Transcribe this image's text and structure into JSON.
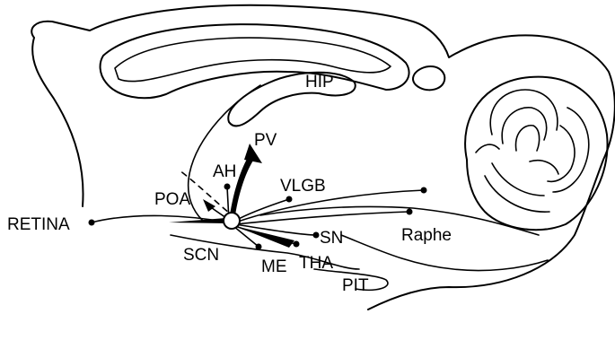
{
  "labels": {
    "hip": "HIP",
    "pv": "PV",
    "ah": "AH",
    "vlgb": "VLGB",
    "poa": "POA",
    "retina": "RETINA",
    "scn": "SCN",
    "sn": "SN",
    "raphe": "Raphe",
    "me": "ME",
    "tha": "THA",
    "pit": "PIT"
  },
  "colors": {
    "ink": "#000000",
    "background": "#ffffff"
  }
}
